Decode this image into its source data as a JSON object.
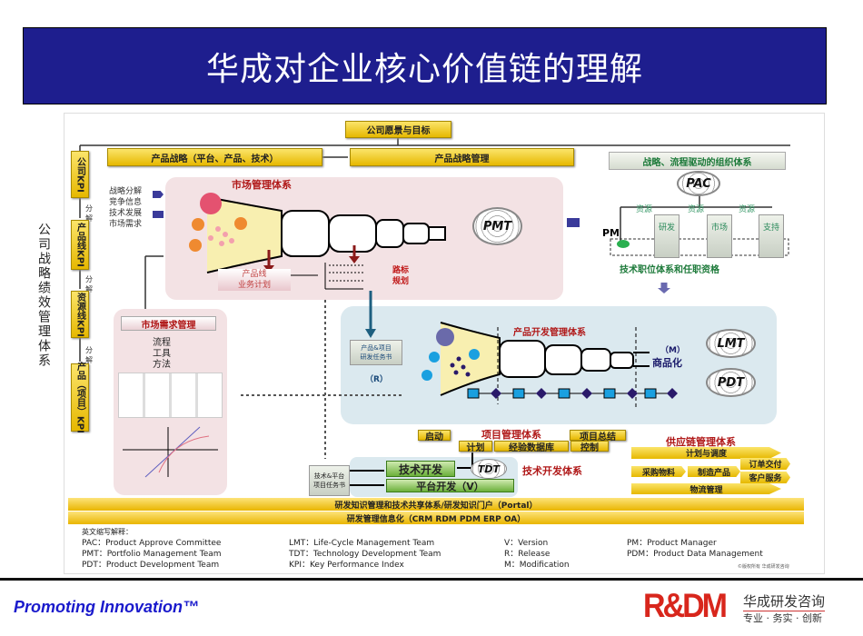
{
  "title": "华成对企业核心价值链的理解",
  "side_label": "公司战略绩效管理体系",
  "kpi": {
    "company": "公司KPI",
    "product_line": "产品线KPI",
    "resource_line": "资源线KPI",
    "product_project": "产品（项目）KPI",
    "split": "分解"
  },
  "vision": "公司愿景与目标",
  "product_strategy": "产品战略（平台、产品、技术）",
  "product_strategy_mgmt": "产品战略管理",
  "inputs": [
    "战略分解",
    "竞争信息",
    "技术发展",
    "市场需求"
  ],
  "market": {
    "title": "市场管理体系",
    "pmt": "PMT",
    "biz_plan": "产品线\n业务计划",
    "roadmap": "路标\n规划"
  },
  "demand": {
    "title": "市场需求管理",
    "items": "流程\n工具\n方法"
  },
  "org": {
    "title": "战略、流程驱动的组织体系",
    "pac": "PAC",
    "resource": "资源",
    "units": [
      "研发",
      "市场",
      "支持"
    ],
    "pm": "PM",
    "career": "技术职位体系和任职资格"
  },
  "pd": {
    "title": "产品开发管理体系",
    "charter": "产品&项目\n研发任务书",
    "r": "（R）",
    "m": "（M）",
    "commercial": "商品化",
    "lmt": "LMT",
    "pdt": "PDT"
  },
  "project": {
    "title": "项目管理体系",
    "start": "启动",
    "summary": "项目总结",
    "plan": "计划",
    "db": "经验数据库",
    "control": "控制"
  },
  "tech": {
    "charter": "技术&平台\n项目任务书",
    "tech_dev": "技术开发",
    "platform": "平台开发（V）",
    "tdt": "TDT",
    "title": "技术开发体系"
  },
  "supply": {
    "title": "供应链管理体系",
    "plan": "计划与调度",
    "purchase": "采购物料",
    "manufacture": "制造产品",
    "order": "订单交付",
    "service": "客户服务",
    "logistics": "物流管理"
  },
  "bands": [
    "研发知识管理和技术共享体系/研发知识门户（Portal）",
    "研发管理信息化（CRM RDM PDM ERP OA）"
  ],
  "legend": {
    "heading": "英文缩写解释：",
    "items": [
      "PAC：Product Approve Committee",
      "PMT：Portfolio Management Team",
      "PDT：Product Development Team",
      "LMT：Life-Cycle Management Team",
      "TDT：Technology Development Team",
      "KPI：Key Performance Index",
      "V：Version",
      "R：Release",
      "M：Modification",
      "PM：Product Manager",
      "PDM：Product Data Management"
    ],
    "copyright": "©版权所有 华成研发咨询"
  },
  "footer": {
    "slogan": "Promoting Innovation™",
    "logo": "R&DM",
    "company": "华成研发咨询",
    "tagline": "专业 · 务实 · 创新"
  },
  "colors": {
    "title_bg": "#1e1e8e",
    "gold": "#f0c800",
    "slogan": "#1a1acc",
    "logo": "#d8261c"
  }
}
